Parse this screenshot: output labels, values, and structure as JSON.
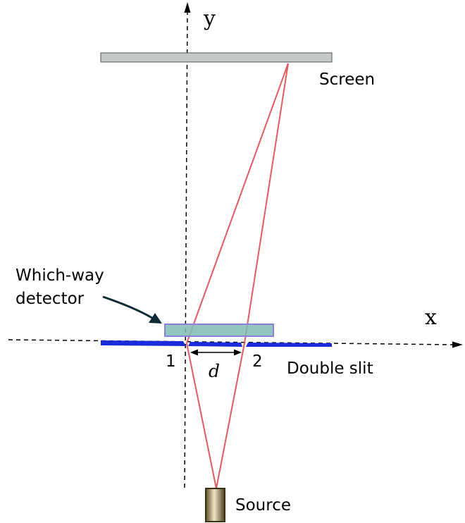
{
  "labels": {
    "y_axis": "y",
    "x_axis": "x",
    "screen": "Screen",
    "detector_line1": "Which-way",
    "detector_line2": "detector",
    "slit1": "1",
    "slit2": "2",
    "separation": "d",
    "double_slit": "Double slit",
    "source": "Source"
  },
  "colors": {
    "screen_fill": "#c4c8c6",
    "screen_stroke": "#555555",
    "slit_fill": "#1a2bd9",
    "detector_fill": "#7fbcb3",
    "detector_stroke": "#8a7fdc",
    "ray": "#e0484e",
    "axis": "#000000",
    "pointer_arrow": "#0f2a33",
    "source_body": "#b8a774"
  }
}
